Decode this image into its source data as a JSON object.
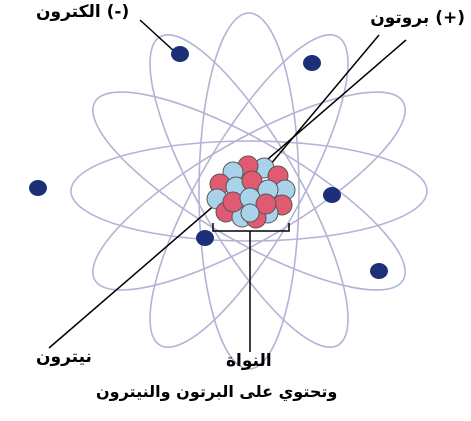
{
  "labels": {
    "electron": "الكترون (-)",
    "proton": "بروتون (+)",
    "neutron": "نيترون",
    "nucleus": "النواة",
    "nucleus_note": "وتحتوي على البرتون والنيترون"
  },
  "colors": {
    "orbit": "#b3b3d6",
    "electron": "#1c2f78",
    "proton": "#e05a72",
    "neutron": "#a9d3ea",
    "particle_outline": "#555555",
    "line": "#000000"
  }
}
